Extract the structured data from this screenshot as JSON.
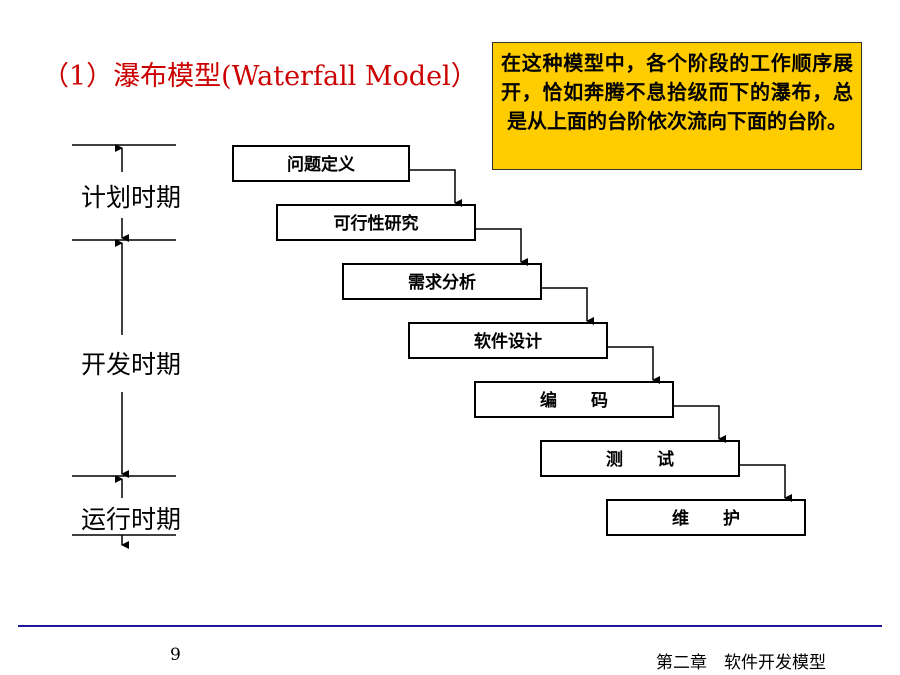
{
  "title": "（1）瀑布模型(Waterfall Model）",
  "note": "在这种模型中，各个阶段的工作顺序展开，恰如奔腾不息拾级而下的瀑布，总是从上面的台阶依次流向下面的台阶。",
  "periods": [
    "计划时期",
    "开发时期",
    "运行时期"
  ],
  "stages": [
    "问题定义",
    "可行性研究",
    "需求分析",
    "软件设计",
    "编　　码",
    "测　　试",
    "维　　护"
  ],
  "page_number": "9",
  "chapter": "第二章　软件开发模型",
  "colors": {
    "title": "#cc0000",
    "note_bg": "#ffcc00",
    "footer_line": "#1a1a99"
  }
}
